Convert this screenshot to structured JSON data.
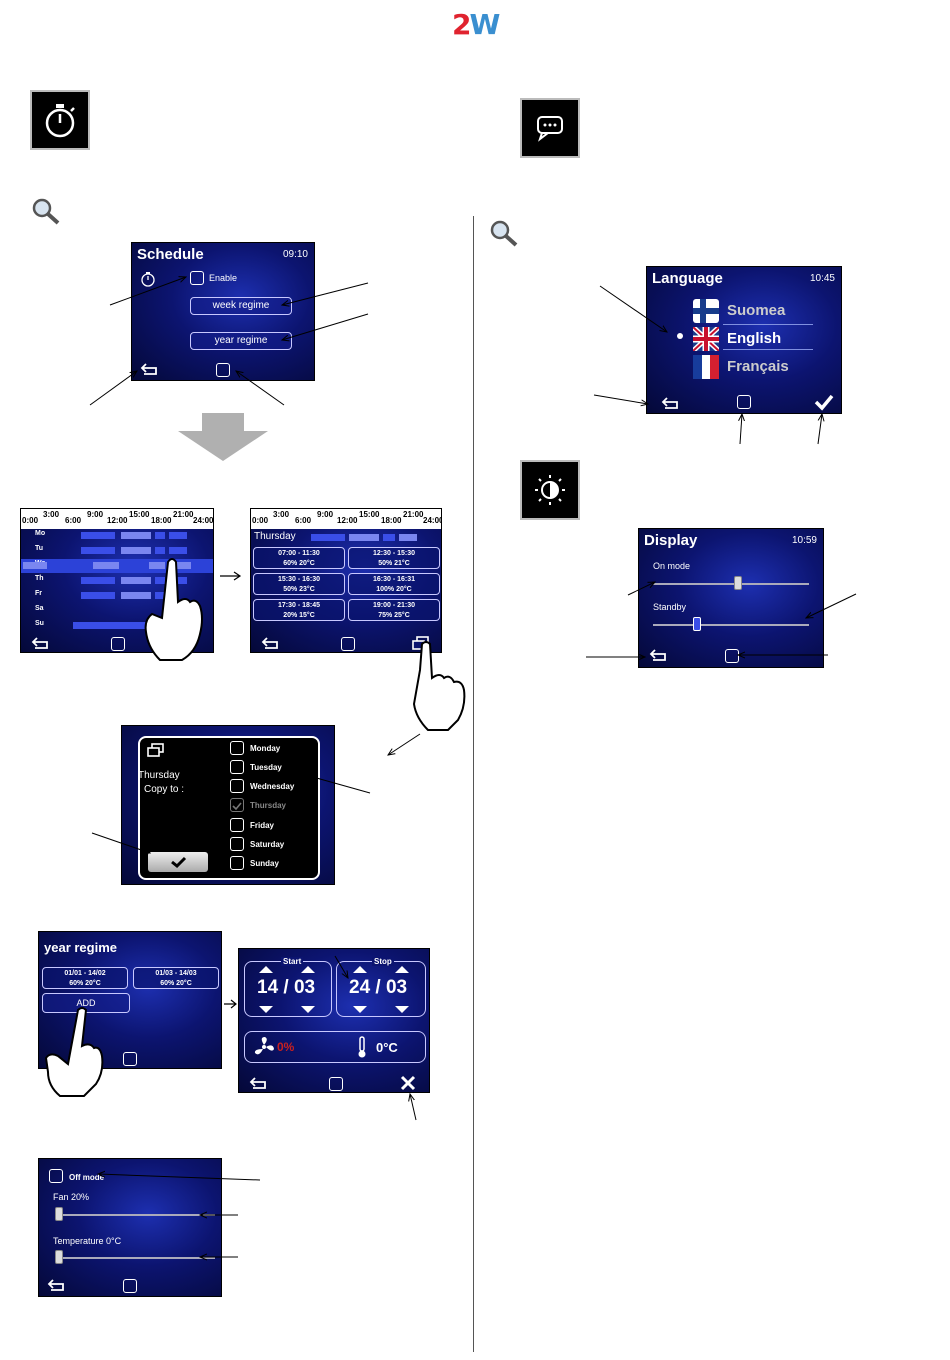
{
  "logo": {
    "text": "2W",
    "colors": [
      "#e0232f",
      "#3a8fd0"
    ]
  },
  "icons": {
    "timer": "stopwatch-icon",
    "language": "speech-bubble-icon",
    "display": "brightness-icon",
    "search": "magnifier-icon"
  },
  "schedule_screen": {
    "title": "Schedule",
    "time": "09:10",
    "enable_label": "Enable",
    "week_regime_label": "week regime",
    "year_regime_label": "year regime"
  },
  "week_screen": {
    "time_ticks": [
      "0:00",
      "3:00",
      "6:00",
      "9:00",
      "12:00",
      "15:00",
      "18:00",
      "21:00",
      "24:00"
    ],
    "days": [
      "Mo",
      "Tu",
      "We",
      "Th",
      "Fr",
      "Sa",
      "Su"
    ]
  },
  "thursday_screen": {
    "day": "Thursday",
    "periods": [
      {
        "time": "07:00 - 11:30",
        "values": "60%   20°C"
      },
      {
        "time": "12:30 - 15:30",
        "values": "50%   21°C"
      },
      {
        "time": "15:30 - 16:30",
        "values": "50%   23°C"
      },
      {
        "time": "16:30 - 16:31",
        "values": "100%   20°C"
      },
      {
        "time": "17:30 - 18:45",
        "values": "20%   15°C"
      },
      {
        "time": "19:00 - 21:30",
        "values": "75%   25°C"
      }
    ]
  },
  "copy_dialog": {
    "day": "Thursday",
    "copy_to": "Copy to :",
    "days": [
      "Monday",
      "Tuesday",
      "Wednesday",
      "Thursday",
      "Friday",
      "Saturday",
      "Sunday"
    ]
  },
  "year_screen": {
    "title": "year regime",
    "periods": [
      {
        "date": "01/01 - 14/02",
        "values": "60%   20°C"
      },
      {
        "date": "01/03 - 14/03",
        "values": "60%   20°C"
      }
    ],
    "add_label": "ADD"
  },
  "year_edit_screen": {
    "start_label": "Start",
    "stop_label": "Stop",
    "start_value": "14 / 03",
    "stop_value": "24 / 03",
    "fan_value": "0%",
    "temp_value": "0°C"
  },
  "off_mode_screen": {
    "off_mode_label": "Off mode",
    "fan_label": "Fan 20%",
    "temp_label": "Temperature 0°C",
    "fan_level": 0.0,
    "temp_level": 0.0
  },
  "language_screen": {
    "title": "Language",
    "time": "10:45",
    "languages": [
      "Suomea",
      "English",
      "Français"
    ],
    "selected": "English"
  },
  "display_screen": {
    "title": "Display",
    "time": "10:59",
    "on_mode_label": "On mode",
    "standby_label": "Standby",
    "on_mode_level": 0.55,
    "standby_level": 0.27
  }
}
